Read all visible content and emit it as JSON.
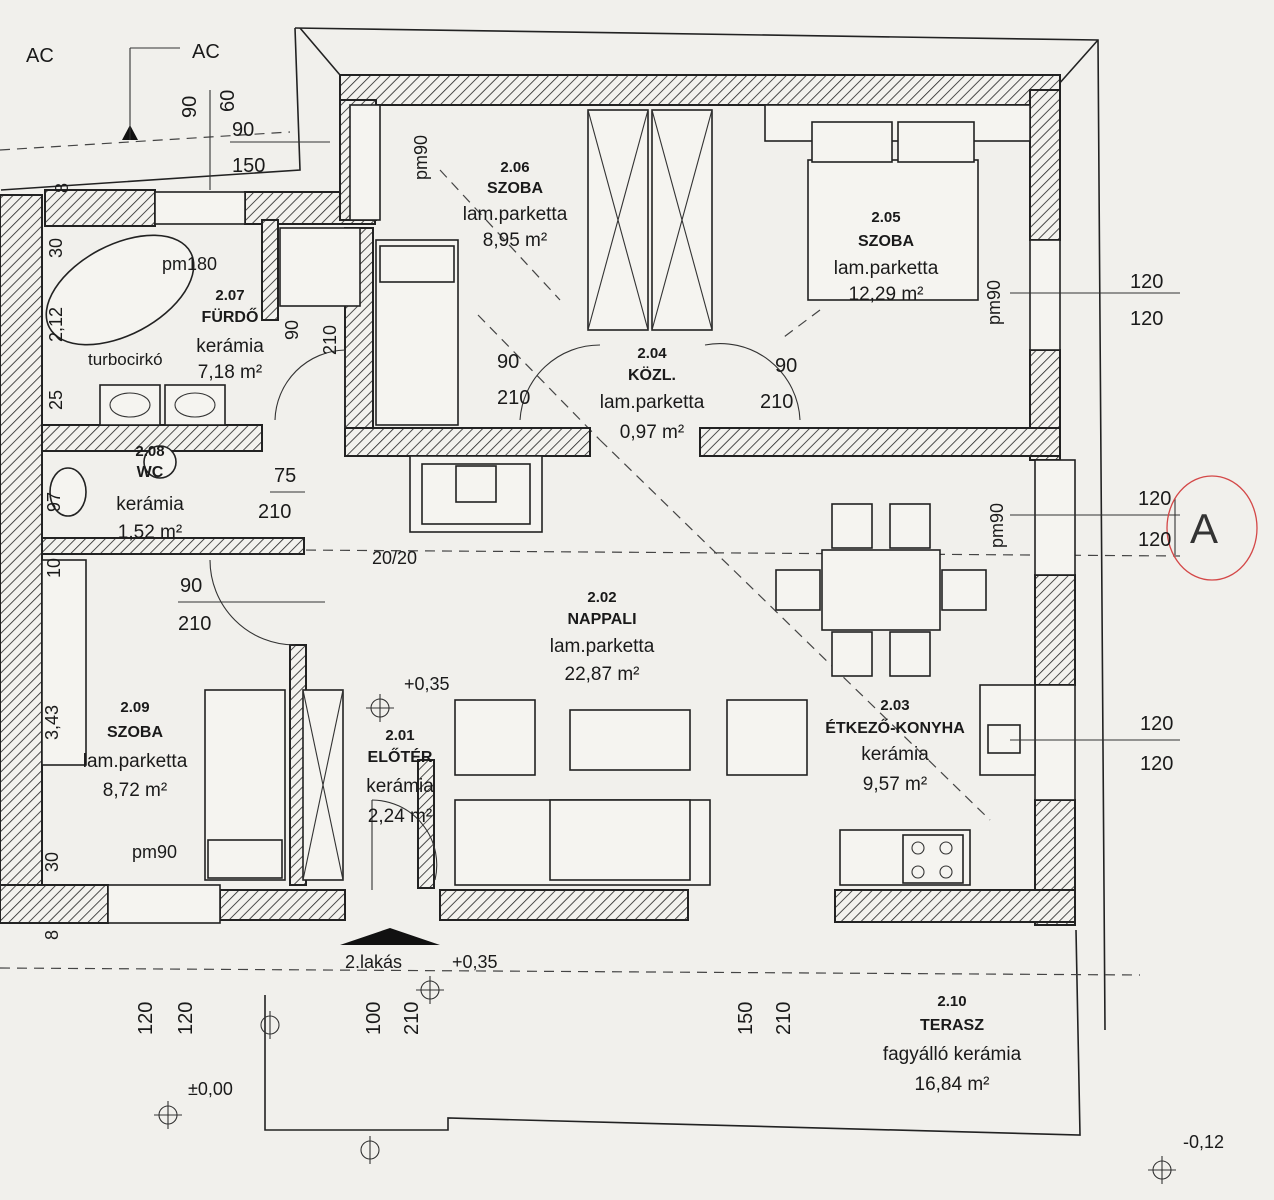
{
  "markers": {
    "ac_left": "AC",
    "ac_top": "AC",
    "section_a": "A",
    "entrance_label": "2.lakás"
  },
  "rooms": [
    {
      "id": "r206",
      "number": "2.06",
      "name": "SZOBA",
      "material": "lam.parketta",
      "area": "8,95 m²"
    },
    {
      "id": "r205",
      "number": "2.05",
      "name": "SZOBA",
      "material": "lam.parketta",
      "area": "12,29 m²"
    },
    {
      "id": "r207",
      "number": "2.07",
      "name": "FÜRDŐ",
      "material": "kerámia",
      "area": "7,18 m²"
    },
    {
      "id": "r204",
      "number": "2.04",
      "name": "KÖZL.",
      "material": "lam.parketta",
      "area": "0,97 m²"
    },
    {
      "id": "r208",
      "number": "2.08",
      "name": "WC",
      "material": "kerámia",
      "area": "1,52 m²"
    },
    {
      "id": "r202",
      "number": "2.02",
      "name": "NAPPALI",
      "material": "lam.parketta",
      "area": "22,87 m²"
    },
    {
      "id": "r209",
      "number": "2.09",
      "name": "SZOBA",
      "material": "lam.parketta",
      "area": "8,72 m²"
    },
    {
      "id": "r201",
      "number": "2.01",
      "name": "ELŐTÉR",
      "material": "kerámia",
      "area": "2,24 m²"
    },
    {
      "id": "r203",
      "number": "2.03",
      "name": "ÉTKEZŐ-KONYHA",
      "material": "kerámia",
      "area": "9,57 m²"
    },
    {
      "id": "r210",
      "number": "2.10",
      "name": "TERASZ",
      "material": "fagyálló kerámia",
      "area": "16,84 m²"
    }
  ],
  "labels": {
    "pm90_a": "pm90",
    "pm180": "pm180",
    "turbocirko": "turbocirkó",
    "pm90_b": "pm90",
    "pm90_c": "pm90",
    "pm90_d": "pm90",
    "chimney": "20/20",
    "level_hall": "+0,35",
    "level_entry": "+0,35",
    "level_zero": "±0,00",
    "level_low": "-0,12"
  },
  "dims": {
    "top_v90": "90",
    "top_v60": "60",
    "top_h90": "90",
    "top_h150": "150",
    "bath_v30": "30",
    "bath_v8": "8",
    "bath_v212": "2,12",
    "bath_v25": "25",
    "bath_door_90": "90",
    "bath_door_210": "210",
    "hall_l_90": "90",
    "hall_l_210": "210",
    "hall_r_90": "90",
    "hall_r_210": "210",
    "wc_75": "75",
    "wc_210": "210",
    "wc_97": "97",
    "wc_10": "10",
    "door209_90": "90",
    "door209_210": "210",
    "r209_343": "3,43",
    "r209_30": "30",
    "r209_8": "8",
    "win_r1_top": "120",
    "win_r1_bot": "120",
    "win_r2_top": "120",
    "win_r2_bot": "120",
    "win_r3_top": "120",
    "win_r3_bot": "120",
    "bot_120a": "120",
    "bot_120b": "120",
    "bot_100": "100",
    "bot_210a": "210",
    "bot_150": "150",
    "bot_210b": "210"
  }
}
